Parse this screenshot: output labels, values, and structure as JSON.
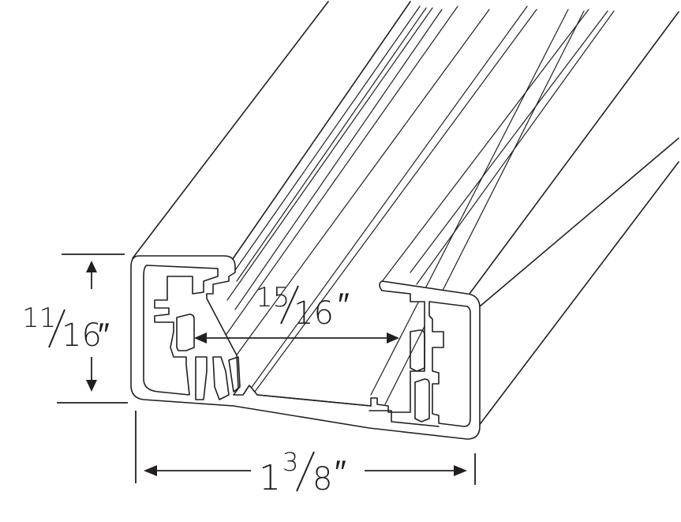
{
  "diagram": {
    "ink_color": "#231f20",
    "background_color": "#ffffff",
    "dimensions": {
      "height": {
        "whole": "",
        "numerator": "11",
        "denominator": "16",
        "unit": "″"
      },
      "inner_width": {
        "whole": "",
        "numerator": "15",
        "denominator": "16",
        "unit": "″"
      },
      "overall_width": {
        "whole": "1",
        "numerator": "3",
        "denominator": "8",
        "unit": "″"
      }
    }
  }
}
